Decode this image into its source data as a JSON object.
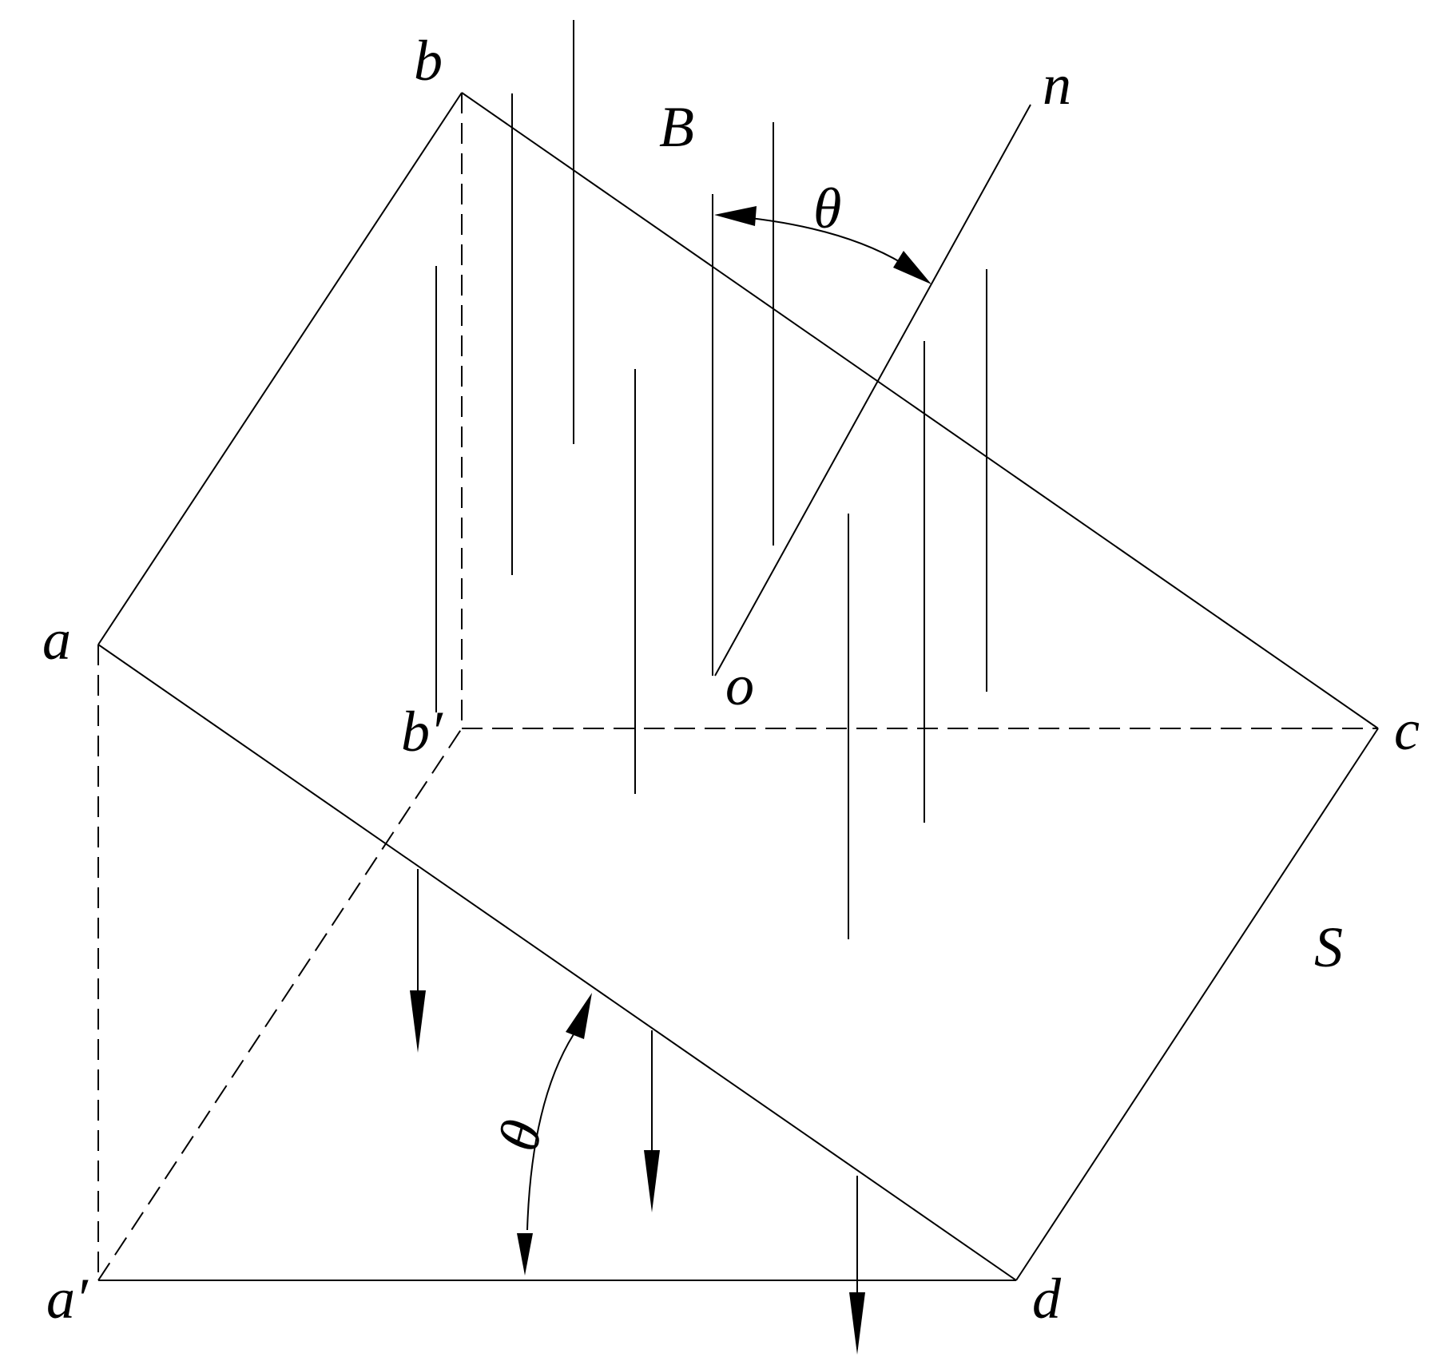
{
  "labels": {
    "a": "a",
    "b": "b",
    "c": "c",
    "d": "d",
    "a_prime": "a′",
    "b_prime": "b′",
    "o": "o",
    "n": "n",
    "B": "B",
    "S": "S",
    "theta_top": "θ",
    "theta_bottom": "θ"
  },
  "colors": {
    "ink": "#000000",
    "background": "#ffffff"
  }
}
